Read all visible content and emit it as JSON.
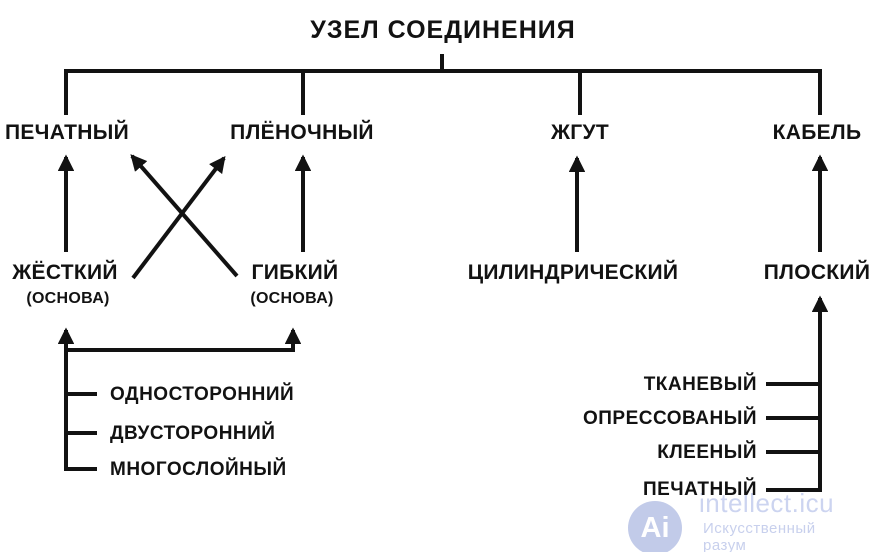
{
  "diagram": {
    "title": "УЗЕЛ СОЕДИНЕНИЯ",
    "branches": {
      "pechatny": {
        "label": "ПЕЧАТНЫЙ"
      },
      "plenochny": {
        "label": "ПЛЁНОЧНЫЙ"
      },
      "zhgut": {
        "label": "ЖГУТ",
        "child": "ЦИЛИНДРИЧЕСКИЙ"
      },
      "kabel": {
        "label": "КАБЕЛЬ",
        "child": "ПЛОСКИЙ"
      }
    },
    "bases": {
      "rigid": {
        "label": "ЖЁСТКИЙ",
        "sub": "(ОСНОВА)"
      },
      "flexible": {
        "label": "ГИБКИЙ",
        "sub": "(ОСНОВА)"
      }
    },
    "board_types": [
      "ОДНОСТОРОННИЙ",
      "ДВУСТОРОННИЙ",
      "МНОГОСЛОЙНЫЙ"
    ],
    "flat_cable_types": [
      "ТКАНЕВЫЙ",
      "ОПРЕССОВАНЫЙ",
      "КЛЕЕНЫЙ",
      "ПЕЧАТНЫЙ"
    ],
    "colors": {
      "line": "#121212"
    }
  },
  "watermark": {
    "logo": "Ai",
    "brand": "intellect.icu",
    "tagline": "Искусственный разум",
    "color": "#c8d0ed"
  }
}
